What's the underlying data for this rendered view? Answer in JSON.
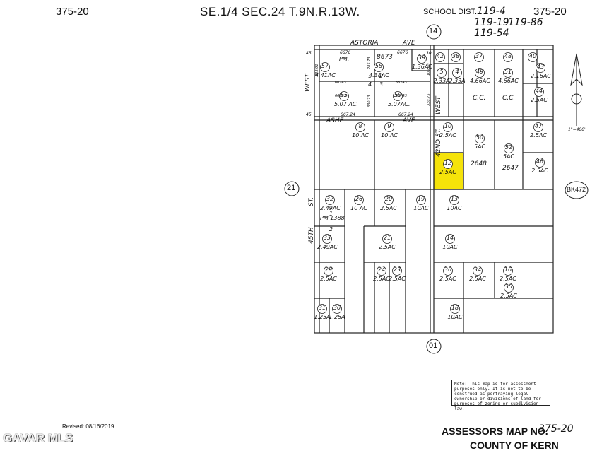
{
  "header": {
    "page_left": "375-20",
    "title": "SE.1/4 SEC.24 T.9N.R.13W.",
    "school_label": "SCHOOL DIST.",
    "school_codes": [
      "119-4",
      "119-19",
      "119-86",
      "119-54"
    ],
    "page_right": "375-20"
  },
  "map": {
    "page_refs": [
      "14",
      "21",
      "01"
    ],
    "book_ref": "BK472",
    "scale": "1\"=400'",
    "streets": [
      "ASTORIA",
      "AVE",
      "ASHE",
      "AVE",
      "WEST",
      "42ND ST.",
      "WEST",
      "45TH",
      "ST."
    ],
    "misc_labels": [
      "PM.",
      "6676",
      "8673",
      "6676",
      "30'",
      "2",
      "1",
      "3",
      "4",
      "PM 1388",
      "2",
      "1",
      "C.C.",
      "C.C."
    ],
    "dimensions": [
      "45",
      "45",
      "333.91",
      "285.73",
      "66743",
      "66743",
      "66743",
      "66743",
      "330.73",
      "330.75",
      "667.24",
      "667.24",
      "100.00"
    ],
    "highlight_color": "#f5e30a",
    "parcels": [
      {
        "no": "57",
        "area": "4.41AC"
      },
      {
        "no": "58",
        "area": "4.38AC"
      },
      {
        "no": "39",
        "area": "1.36AC"
      },
      {
        "no": "42",
        "area": ""
      },
      {
        "no": "38",
        "area": ""
      },
      {
        "no": "37",
        "area": ""
      },
      {
        "no": "48",
        "area": ""
      },
      {
        "no": "40",
        "area": ""
      },
      {
        "no": "43",
        "area": "2.16AC"
      },
      {
        "no": "5",
        "area": "2.33A"
      },
      {
        "no": "4",
        "area": "2.33A"
      },
      {
        "no": "49",
        "area": "4.66AC"
      },
      {
        "no": "51",
        "area": "4.66AC"
      },
      {
        "no": "44",
        "area": "2.5AC"
      },
      {
        "no": "55",
        "area": "5.07 AC."
      },
      {
        "no": "59",
        "area": "5.07AC."
      },
      {
        "no": "8",
        "area": "10 AC"
      },
      {
        "no": "9",
        "area": "10 AC"
      },
      {
        "no": "10",
        "area": "2.5AC"
      },
      {
        "no": "47",
        "area": "2.5AC"
      },
      {
        "no": "50",
        "area": "5AC"
      },
      {
        "no": "52",
        "area": "5AC"
      },
      {
        "no": "12",
        "area": "2.5AC"
      },
      {
        "no": "46",
        "area": "2.5AC"
      },
      {
        "no": "32",
        "area": "2.49AC"
      },
      {
        "no": "26",
        "area": "10 AC"
      },
      {
        "no": "20",
        "area": "2.5AC"
      },
      {
        "no": "19",
        "area": "10AC"
      },
      {
        "no": "13",
        "area": "10AC"
      },
      {
        "no": "33",
        "area": "2.49AC"
      },
      {
        "no": "21",
        "area": "2.5AC"
      },
      {
        "no": "14",
        "area": "10AC"
      },
      {
        "no": "29",
        "area": "2.5AC"
      },
      {
        "no": "24",
        "area": "2.5AC"
      },
      {
        "no": "23",
        "area": "2.5AC"
      },
      {
        "no": "36",
        "area": "2.5AC"
      },
      {
        "no": "34",
        "area": "2.5AC"
      },
      {
        "no": "16",
        "area": "2.5AC"
      },
      {
        "no": "35",
        "area": "2.5AC"
      },
      {
        "no": "31",
        "area": "1.25A"
      },
      {
        "no": "30",
        "area": "1.25A"
      },
      {
        "no": "18",
        "area": "10AC"
      }
    ],
    "tract_numbers": [
      "2648",
      "2647"
    ]
  },
  "note": "Note: This map is for assessment purposes only. It is not to be construed as portraying legal ownership or divisions of land for purposes of zoning or subdivision law.",
  "footer": {
    "revised": "Revised:  08/16/2019",
    "watermark": "GAVAR MLS",
    "assessor_label": "ASSESSORS MAP NO.",
    "assessor_no": "375-20",
    "county": "COUNTY OF KERN"
  }
}
